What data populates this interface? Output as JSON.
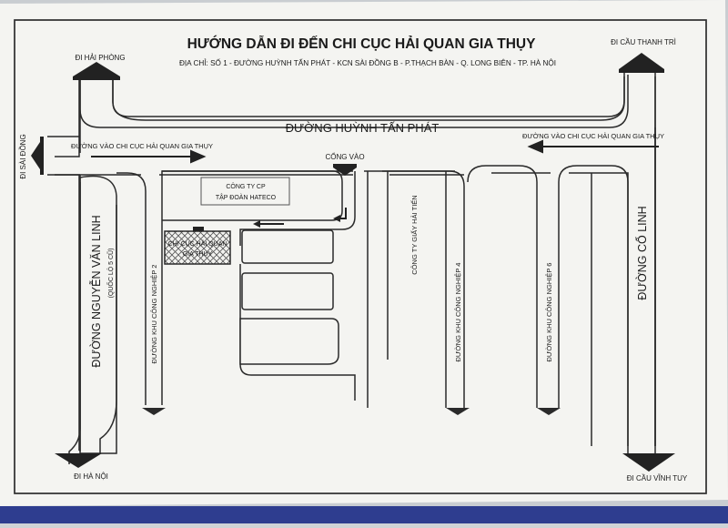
{
  "map": {
    "title": "HƯỚNG DẪN ĐI ĐẾN CHI CỤC HẢI QUAN GIA THỤY",
    "address": "ĐỊA CHỈ: SỐ 1 - ĐƯỜNG HUỲNH TẤN PHÁT - KCN SÀI ĐỒNG B - P.THẠCH BÀN - Q. LONG BIÊN - TP. HÀ NỘI",
    "directions": {
      "hai_phong": "ĐI HẢI PHÒNG",
      "thanh_tri": "ĐI CẦU THANH TRÌ",
      "sai_dong": "ĐI SÀI ĐỒNG",
      "ha_noi": "ĐI HÀ NỘI",
      "vinh_tuy": "ĐI CẦU VĨNH TUY"
    },
    "roads": {
      "huynh_tan_phat": "ĐƯỜNG HUỲNH TẤN PHÁT",
      "nguyen_van_linh": "ĐƯỜNG NGUYỄN VĂN LINH",
      "ql5": "(QUỐC LỘ 5 CŨ)",
      "co_linh": "ĐƯỜNG CỔ LINH",
      "kcn2": "ĐƯỜNG KHU CÔNG NGHIỆP 2",
      "kcn4": "ĐƯỜNG KHU CÔNG NGHIỆP 4",
      "kcn6": "ĐƯỜNG KHU CÔNG NGHIỆP 6"
    },
    "route_left": "ĐƯỜNG VÀO CHI CỤC HẢI QUAN GIA THỤY",
    "route_right": "ĐƯỜNG VÀO CHI CỤC HẢI QUAN GIA THỤY",
    "gate": "CỔNG VÀO",
    "hateco_line1": "CÔNG TY CP",
    "hateco_line2": "TẬP ĐOÀN HATECO",
    "customs_line1": "CHI CỤC HẢI QUAN",
    "customs_line2": "GIA THỤY",
    "hai_tien": "CÔNG TY GIẤY HẢI TIẾN"
  }
}
